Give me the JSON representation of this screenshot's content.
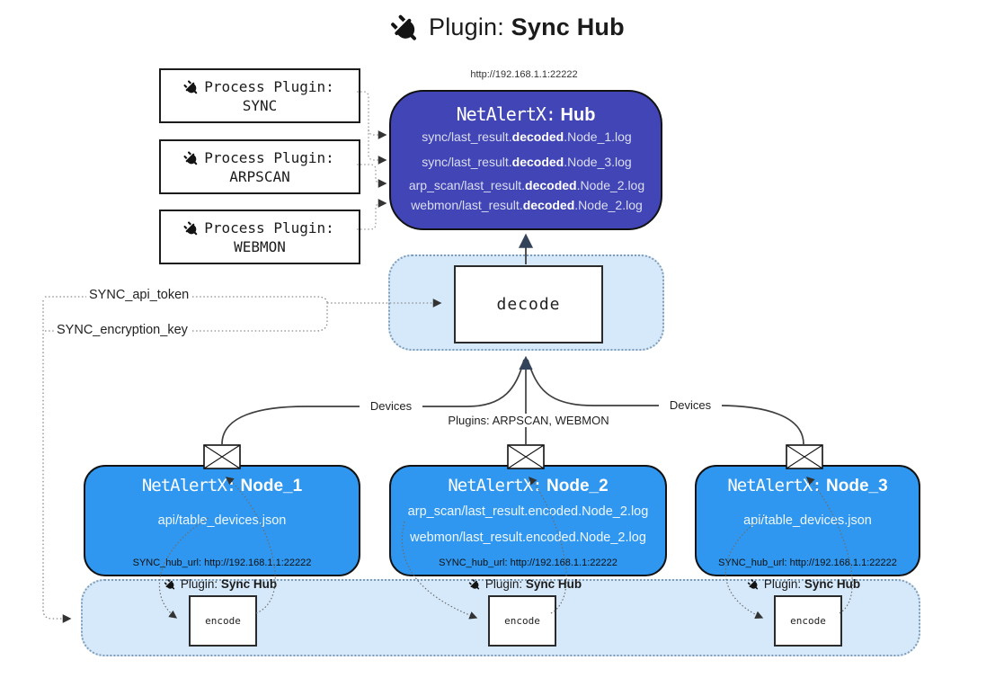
{
  "title": {
    "prefix": "Plugin:",
    "name": "Sync Hub"
  },
  "colors": {
    "hub_fill": "#4145b5",
    "node_fill": "#2f97ef",
    "panel_fill": "#d6e9fa",
    "panel_border": "#7f9db8"
  },
  "process_plugins": {
    "label": "Process Plugin:",
    "items": [
      {
        "name": "SYNC"
      },
      {
        "name": "ARPSCAN"
      },
      {
        "name": "WEBMON"
      }
    ]
  },
  "hub": {
    "url": "http://192.168.1.1:22222",
    "title_prefix": "NetAlertX:",
    "title_name": "Hub",
    "logs": [
      {
        "pre": "sync/last_result.",
        "bold": "decoded",
        "post": ".Node_1.log"
      },
      {
        "pre": "sync/last_result.",
        "bold": "decoded",
        "post": ".Node_3.log"
      },
      {
        "pre": "arp_scan/last_result.",
        "bold": "decoded",
        "post": ".Node_2.log"
      },
      {
        "pre": "webmon/last_result.",
        "bold": "decoded",
        "post": ".Node_2.log"
      }
    ]
  },
  "decode": {
    "label": "decode"
  },
  "tokens": {
    "api_token": "SYNC_api_token",
    "encryption_key": "SYNC_encryption_key"
  },
  "edges": {
    "devices_left": "Devices",
    "devices_right": "Devices",
    "plugins_label": "Plugins: ARPSCAN, WEBMON"
  },
  "nodes": [
    {
      "title_prefix": "NetAlertX:",
      "title_name": "Node_1",
      "files": [
        "api/table_devices.json"
      ],
      "hub_url": "SYNC_hub_url: http://192.168.1.1:22222"
    },
    {
      "title_prefix": "NetAlertX:",
      "title_name": "Node_2",
      "files": [
        "arp_scan/last_result.encoded.Node_2.log",
        "webmon/last_result.encoded.Node_2.log"
      ],
      "hub_url": "SYNC_hub_url: http://192.168.1.1:22222"
    },
    {
      "title_prefix": "NetAlertX:",
      "title_name": "Node_3",
      "files": [
        "api/table_devices.json"
      ],
      "hub_url": "SYNC_hub_url: http://192.168.1.1:22222"
    }
  ],
  "encoder": {
    "plugin_prefix": "Plugin:",
    "plugin_name": "Sync Hub",
    "label": "encode"
  }
}
